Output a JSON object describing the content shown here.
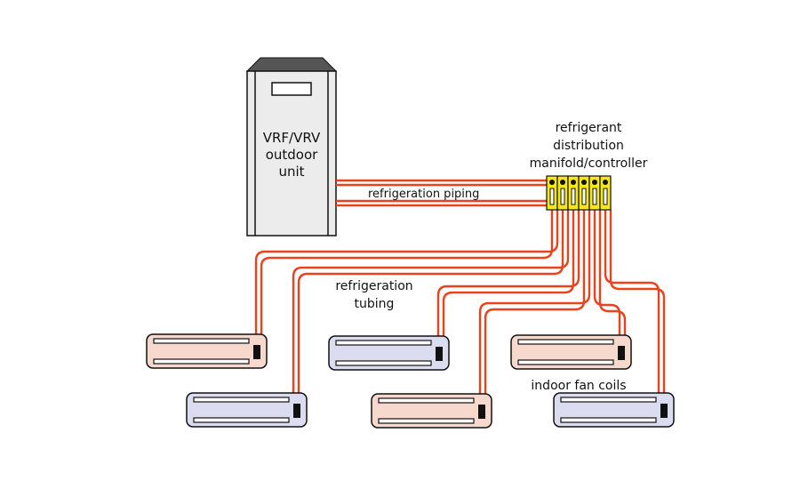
{
  "diagram": {
    "type": "VRF/VRV system schematic",
    "colors": {
      "pipe": "#e8431c",
      "manifold_fill": "#f5e81a",
      "unit_body": "#ececec",
      "unit_top": "#555555",
      "coil_peach": "#f6d9cc",
      "coil_lavender": "#dcdcf0",
      "outline": "#111111"
    },
    "outdoor_unit": {
      "label_lines": [
        "VRF/VRV",
        "outdoor",
        "unit"
      ]
    },
    "manifold": {
      "label_lines": [
        "refrigerant",
        "distribution",
        "manifold/controller"
      ],
      "ports": 6
    },
    "labels": {
      "piping": "refrigeration piping",
      "tubing_lines": [
        "refrigeration",
        "tubing"
      ],
      "fan_coils": "indoor fan coils"
    },
    "fan_coils": [
      {
        "id": "coil-1",
        "color": "peach"
      },
      {
        "id": "coil-2",
        "color": "lavender"
      },
      {
        "id": "coil-3",
        "color": "lavender"
      },
      {
        "id": "coil-4",
        "color": "peach"
      },
      {
        "id": "coil-5",
        "color": "peach"
      },
      {
        "id": "coil-6",
        "color": "lavender"
      }
    ]
  }
}
